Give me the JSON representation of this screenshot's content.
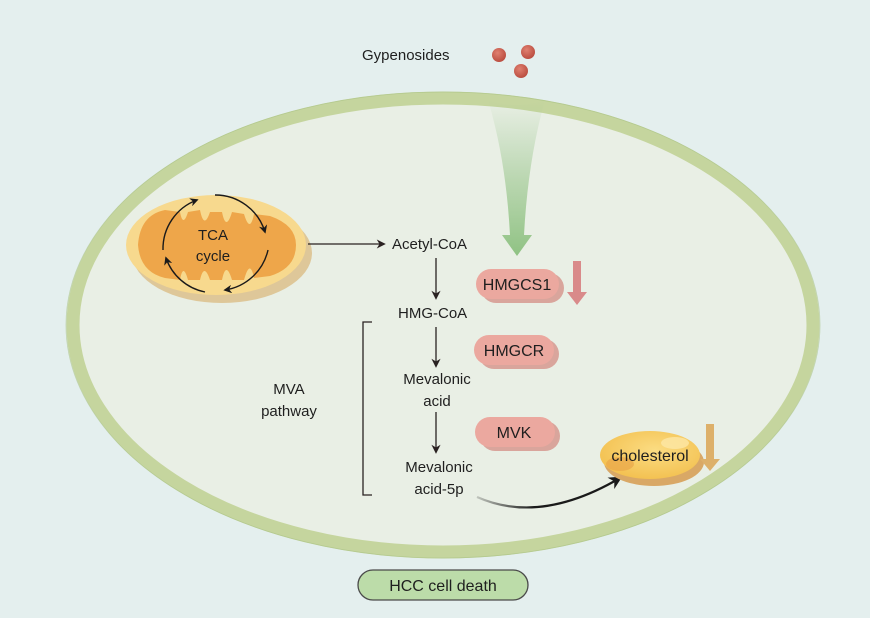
{
  "diagram": {
    "title_compound": "Gypenosides",
    "mitochondrion": {
      "label_line1": "TCA",
      "label_line2": "cycle"
    },
    "metabolites": {
      "acetyl_coa": "Acetyl-CoA",
      "hmg_coa": "HMG-CoA",
      "mevalonic_acid_line1": "Mevalonic",
      "mevalonic_acid_line2": "acid",
      "mevalonic_acid_5p_line1": "Mevalonic",
      "mevalonic_acid_5p_line2": "acid-5p",
      "cholesterol": "cholesterol"
    },
    "enzymes": [
      {
        "name": "HMGCS1",
        "regulation": "down"
      },
      {
        "name": "HMGCR"
      },
      {
        "name": "MVK"
      }
    ],
    "pathway_label_line1": "MVA",
    "pathway_label_line2": "pathway",
    "outcome": "HCC cell death",
    "colors": {
      "background": "#e4efee",
      "cell_fill": "#e9efe5",
      "membrane": "#c5d59e",
      "enzyme_pill": "#eba89f",
      "down_arrow_enzyme": "#d98a8a",
      "down_arrow_cholesterol": "#ddb06a",
      "cholesterol": "#f5c65a",
      "mito_outer": "#f7d98e",
      "mito_inner": "#eea64a",
      "gypenoside_ball": "#c8574a",
      "outcome_pill": "#bcdca9",
      "drug_arrow": "#9cc78f"
    }
  }
}
